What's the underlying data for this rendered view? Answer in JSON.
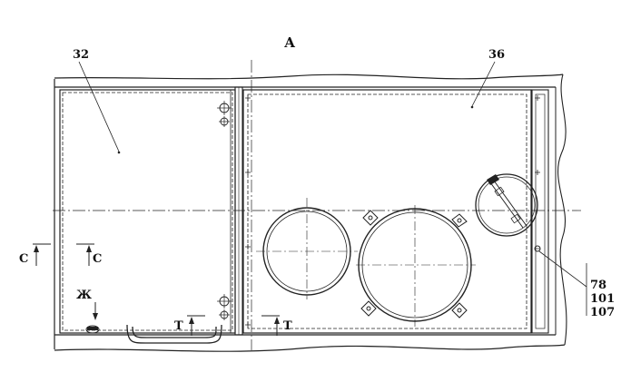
{
  "view_label": "А",
  "callouts": {
    "left_panel": "32",
    "right_panel": "36"
  },
  "sections": {
    "c_left": "С",
    "c_right": "С",
    "t_left": "Т",
    "t_right": "Т",
    "zh": "Ж"
  },
  "reference_numbers": [
    "78",
    "101",
    "107"
  ]
}
